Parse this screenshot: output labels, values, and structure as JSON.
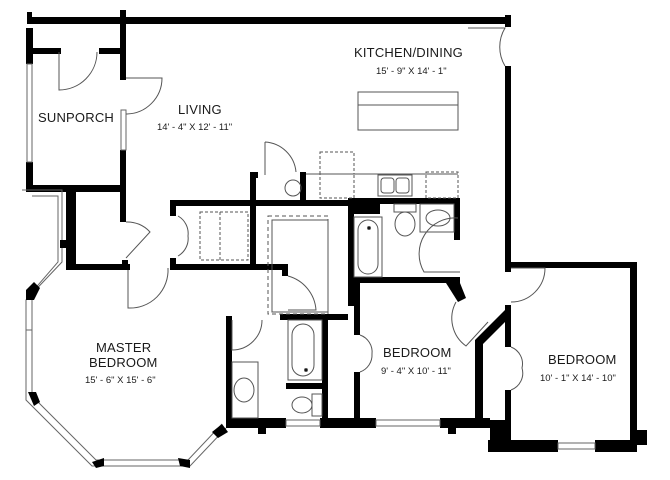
{
  "plan": {
    "wall_color": "#000000",
    "line_color": "#555555",
    "background": "#ffffff"
  },
  "rooms": {
    "sunporch": {
      "name": "SUNPORCH"
    },
    "living": {
      "name": "LIVING",
      "dimensions": "14' - 4\" X 12' - 11\""
    },
    "kitchen_dining": {
      "name": "KITCHEN/DINING",
      "dimensions": "15' - 9\" X 14' - 1\""
    },
    "master_bedroom": {
      "name_line1": "MASTER",
      "name_line2": "BEDROOM",
      "dimensions": "15' - 6\" X 15' - 6\""
    },
    "bedroom_2": {
      "name": "BEDROOM",
      "dimensions": "9' - 4\" X 10' - 11\""
    },
    "bedroom_3": {
      "name": "BEDROOM",
      "dimensions": "10' - 1\" X 14' - 10\""
    }
  }
}
